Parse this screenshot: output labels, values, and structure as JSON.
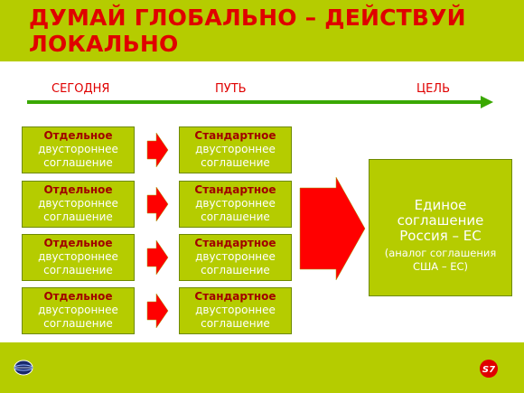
{
  "title_line1": "ДУМАЙ ГЛОБАЛЬНО – ДЕЙСТВУЙ",
  "title_line2": "ЛОКАЛЬНО",
  "timeline": {
    "today": "СЕГОДНЯ",
    "path": "ПУТЬ",
    "goal": "ЦЕЛЬ"
  },
  "left_boxes": [
    {
      "bold": "Отдельное",
      "line2": "двустороннее",
      "line3": "соглашение"
    },
    {
      "bold": "Отдельное",
      "line2": "двустороннее",
      "line3": "соглашение"
    },
    {
      "bold": "Отдельное",
      "line2": "двустороннее",
      "line3": "соглашение"
    },
    {
      "bold": "Отдельное",
      "line2": "двустороннее",
      "line3": "соглашение"
    }
  ],
  "middle_boxes": [
    {
      "bold": "Стандартное",
      "line2": "двустороннее",
      "line3": "соглашение"
    },
    {
      "bold": "Стандартное",
      "line2": "двустороннее",
      "line3": "соглашение"
    },
    {
      "bold": "Стандартное",
      "line2": "двустороннее",
      "line3": "соглашение"
    },
    {
      "bold": "Стандартное",
      "line2": "двустороннее",
      "line3": "соглашение"
    }
  ],
  "goal_box": {
    "line1": "Единое",
    "line2": "соглашение",
    "line3": "Россия – ЕС",
    "note1": "(аналог соглашения",
    "note2": "США – ЕС)"
  },
  "logo_right_text": "S7",
  "colors": {
    "accent_green": "#b5cc00",
    "title_red": "#e00000",
    "arrow_red": "#ff0000",
    "timeline_green": "#3aa800"
  }
}
